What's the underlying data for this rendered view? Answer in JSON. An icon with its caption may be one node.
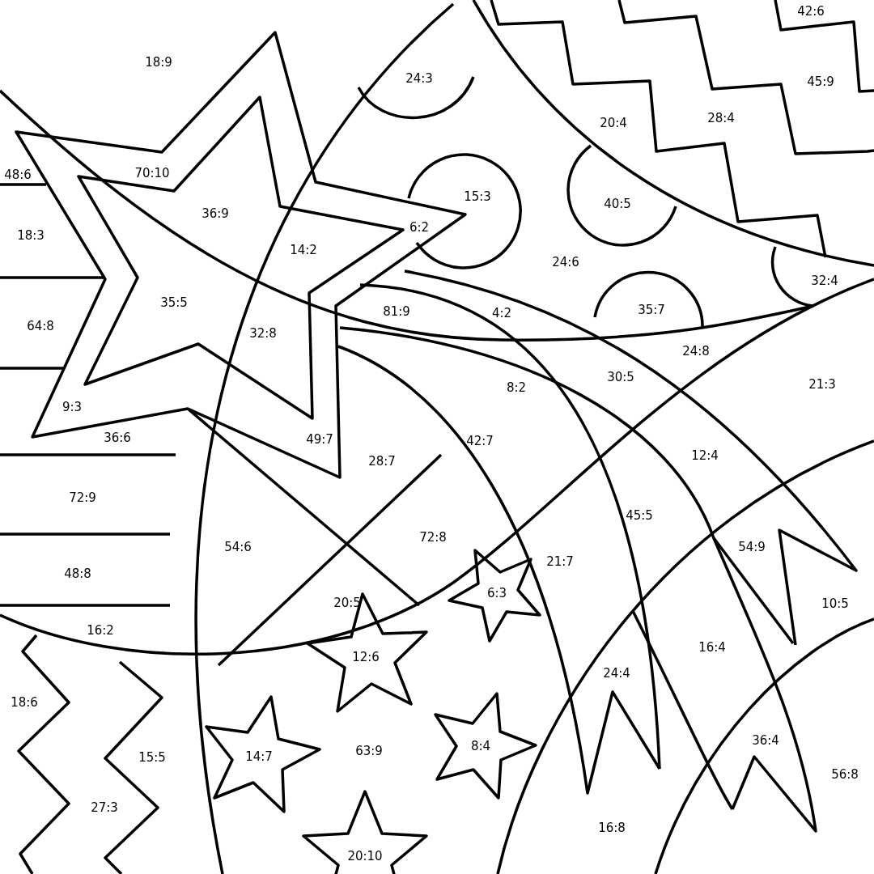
{
  "diagram": {
    "labels": [
      "42:6",
      "18:9",
      "24:3",
      "45:9",
      "20:4",
      "28:4",
      "70:10",
      "48:6",
      "36:9",
      "15:3",
      "40:5",
      "6:2",
      "18:3",
      "14:2",
      "24:6",
      "32:4",
      "35:5",
      "81:9",
      "4:2",
      "35:7",
      "64:8",
      "32:8",
      "24:8",
      "30:5",
      "21:3",
      "8:2",
      "9:3",
      "36:6",
      "49:7",
      "42:7",
      "28:7",
      "12:4",
      "72:9",
      "45:5",
      "72:8",
      "54:6",
      "54:9",
      "21:7",
      "48:8",
      "6:3",
      "20:5",
      "10:5",
      "16:2",
      "16:4",
      "12:6",
      "24:4",
      "18:6",
      "8:4",
      "63:9",
      "14:7",
      "15:5",
      "36:4",
      "56:8",
      "27:3",
      "16:8",
      "20:10"
    ]
  }
}
